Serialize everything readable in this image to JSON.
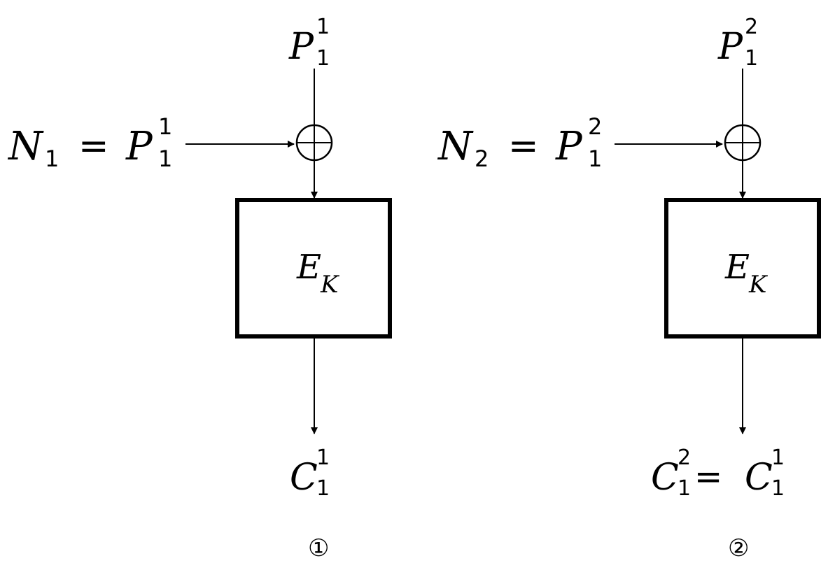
{
  "diagrams": [
    {
      "plaintext": {
        "base": "P",
        "sub": "1",
        "sup": "1"
      },
      "nonce": {
        "base": "N",
        "sub": "1",
        "eq": "=",
        "rhs_base": "P",
        "rhs_sub": "1",
        "rhs_sup": "1"
      },
      "block": {
        "base": "E",
        "sub": "K"
      },
      "output": {
        "base": "C",
        "sub": "1",
        "sup": "1"
      },
      "marker": "①"
    },
    {
      "plaintext": {
        "base": "P",
        "sub": "1",
        "sup": "2"
      },
      "nonce": {
        "base": "N",
        "sub": "2",
        "eq": "=",
        "rhs_base": "P",
        "rhs_sub": "1",
        "rhs_sup": "2"
      },
      "block": {
        "base": "E",
        "sub": "K"
      },
      "output": {
        "base": "C",
        "sub": "1",
        "sup": "2",
        "eq": "=",
        "rhs_base": "C",
        "rhs_sub": "1",
        "rhs_sup": "1"
      },
      "marker": "②"
    }
  ]
}
